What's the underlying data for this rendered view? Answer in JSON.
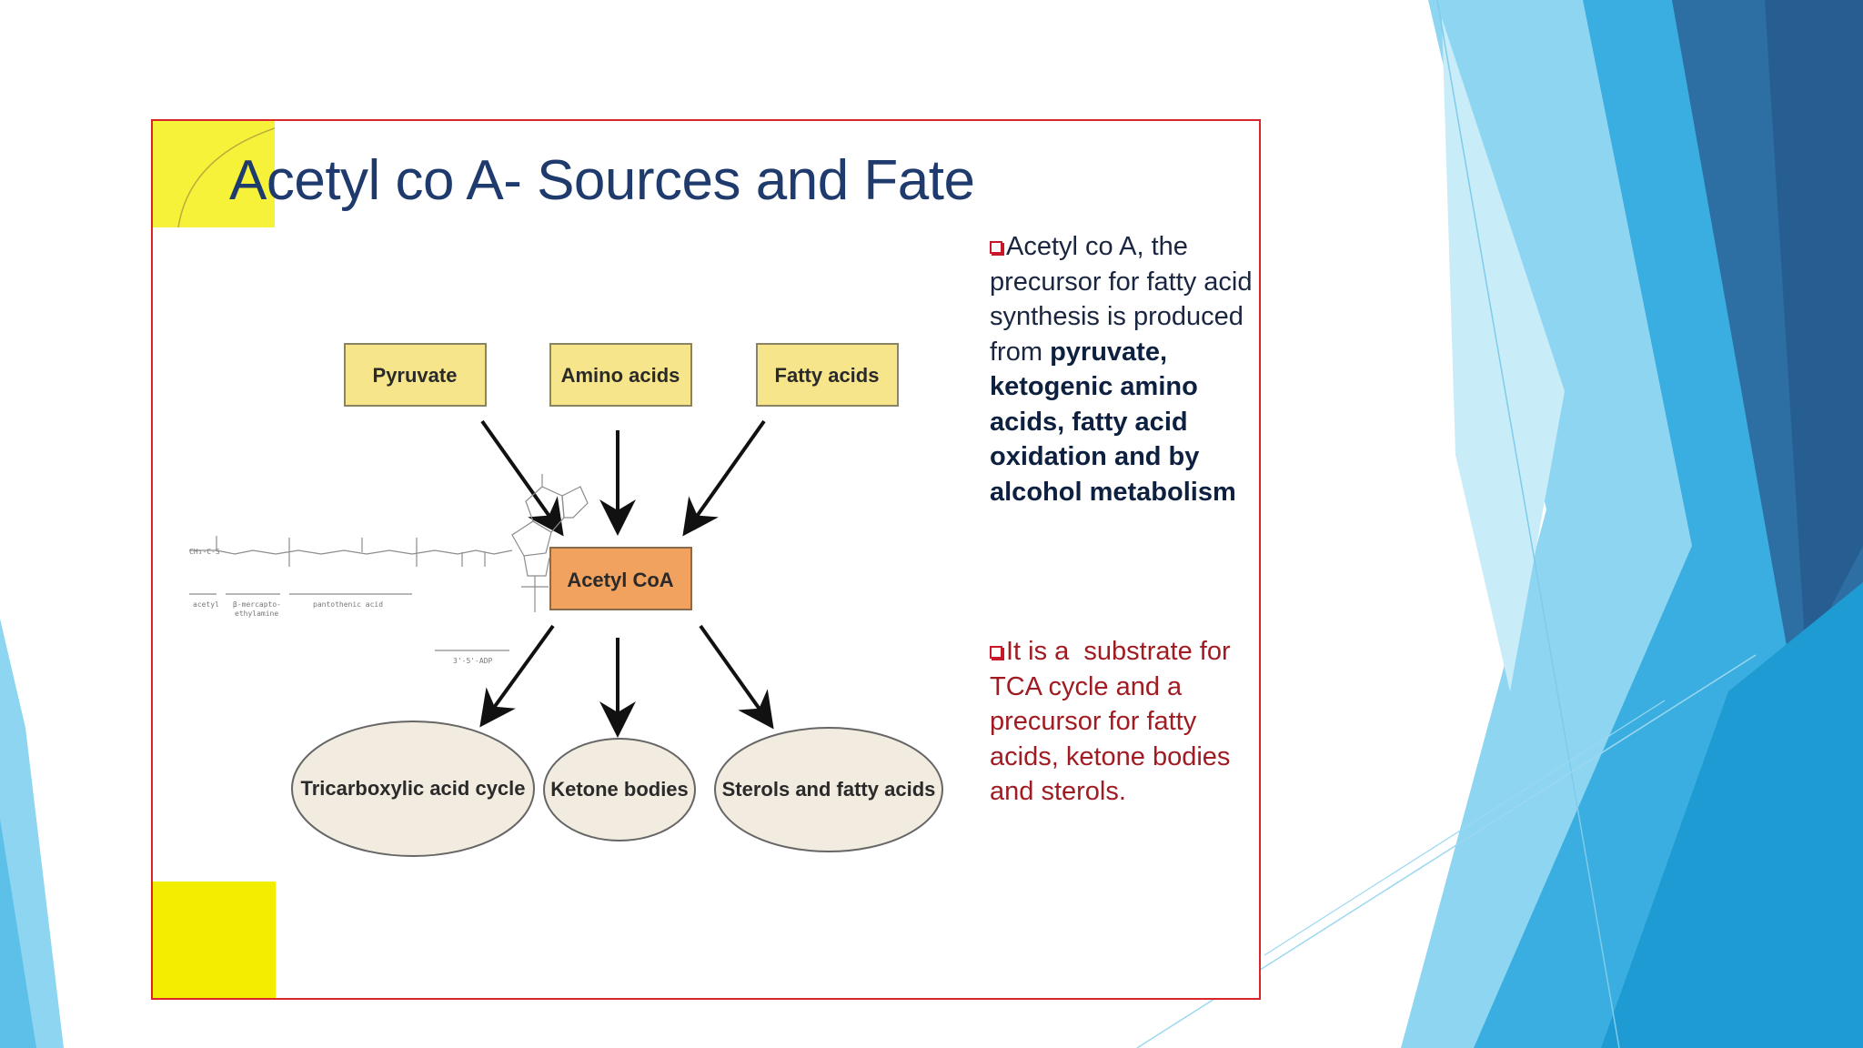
{
  "slide": {
    "title": "Acetyl co A- Sources and Fate"
  },
  "diagram": {
    "sources": [
      "Pyruvate",
      "Amino acids",
      "Fatty acids"
    ],
    "center": "Acetyl CoA",
    "fates": [
      "Tricarboxylic acid cycle",
      "Ketone bodies",
      "Sterols and fatty acids"
    ]
  },
  "bullets": [
    {
      "icon": "square-bullet-icon",
      "text_plain": "Acetyl co A, the precursor for fatty acid synthesis is produced from",
      "text_bold": "pyruvate, ketogenic amino acids, fatty acid oxidation and by alcohol metabolism"
    },
    {
      "icon": "square-bullet-icon",
      "text_plain": "It is a  substrate for TCA cycle and a precursor for fatty acids, ketone bodies and sterols."
    }
  ],
  "colors": {
    "title": "#1f3b6e",
    "source_box_fill": "#f6e58a",
    "center_box_fill": "#f0a25e",
    "ellipse_fill": "#f2ece0",
    "frame_border": "#d8262a",
    "corner_yellow": "#f3ee00",
    "bullet_1_text": "#1a2540",
    "bullet_2_text": "#a01b22",
    "deco_blue_dark": "#2b6fa6",
    "deco_blue_light": "#8fd3f0"
  }
}
